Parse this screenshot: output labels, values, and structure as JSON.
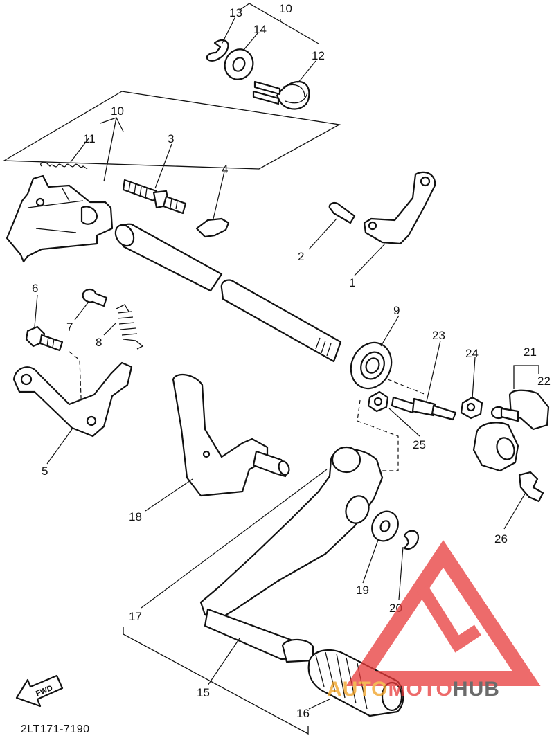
{
  "diagram": {
    "code": "2LT171-7190",
    "fwd_label": "FWD",
    "callouts": {
      "c1": "1",
      "c2": "2",
      "c3": "3",
      "c4": "4",
      "c5": "5",
      "c6": "6",
      "c7": "7",
      "c8": "8",
      "c9": "9",
      "c10a": "10",
      "c10b": "10",
      "c11": "11",
      "c12": "12",
      "c13": "13",
      "c14": "14",
      "c15": "15",
      "c16": "16",
      "c17": "17",
      "c18": "18",
      "c19": "19",
      "c20": "20",
      "c21": "21",
      "c22": "22",
      "c23": "23",
      "c24": "24",
      "c25": "25",
      "c26": "26"
    }
  },
  "watermark": {
    "text_part1": "AUTO",
    "text_part2": "MOTO",
    "text_part3": "HUB",
    "colors": {
      "red": "#e83a3a",
      "orange": "#f0a020",
      "dark": "#3a3a3a"
    }
  }
}
